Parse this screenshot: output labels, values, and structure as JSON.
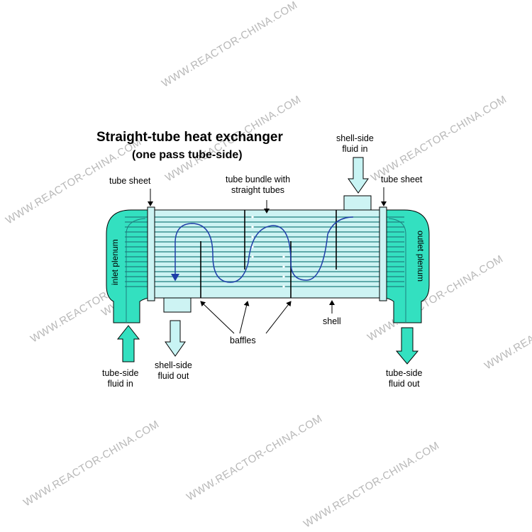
{
  "title": "Straight-tube heat exchanger",
  "subtitle": "(one pass tube-side)",
  "labels": {
    "tube_sheet_left": "tube sheet",
    "tube_sheet_right": "tube sheet",
    "tube_bundle_line1": "tube bundle with",
    "tube_bundle_line2": "straight tubes",
    "shell_in_line1": "shell-side",
    "shell_in_line2": "fluid in",
    "shell_out_line1": "shell-side",
    "shell_out_line2": "fluid out",
    "tube_in_line1": "tube-side",
    "tube_in_line2": "fluid in",
    "tube_out_line1": "tube-side",
    "tube_out_line2": "fluid out",
    "baffles": "baffles",
    "shell": "shell",
    "inlet_plenum": "inlet plenum",
    "outlet_plenum": "outlet plenum"
  },
  "watermark": "WWW.REACTOR-CHINA.COM",
  "colors": {
    "plenum": "#33e0c0",
    "shell_fill": "#cdf3f3",
    "tubes": "#1f7f7f",
    "flow_line": "#1e3ea8",
    "fluid_arrow_teal": "#33e0c0",
    "fluid_arrow_light": "#c8f4f4",
    "watermark": "#b8b8b8"
  }
}
